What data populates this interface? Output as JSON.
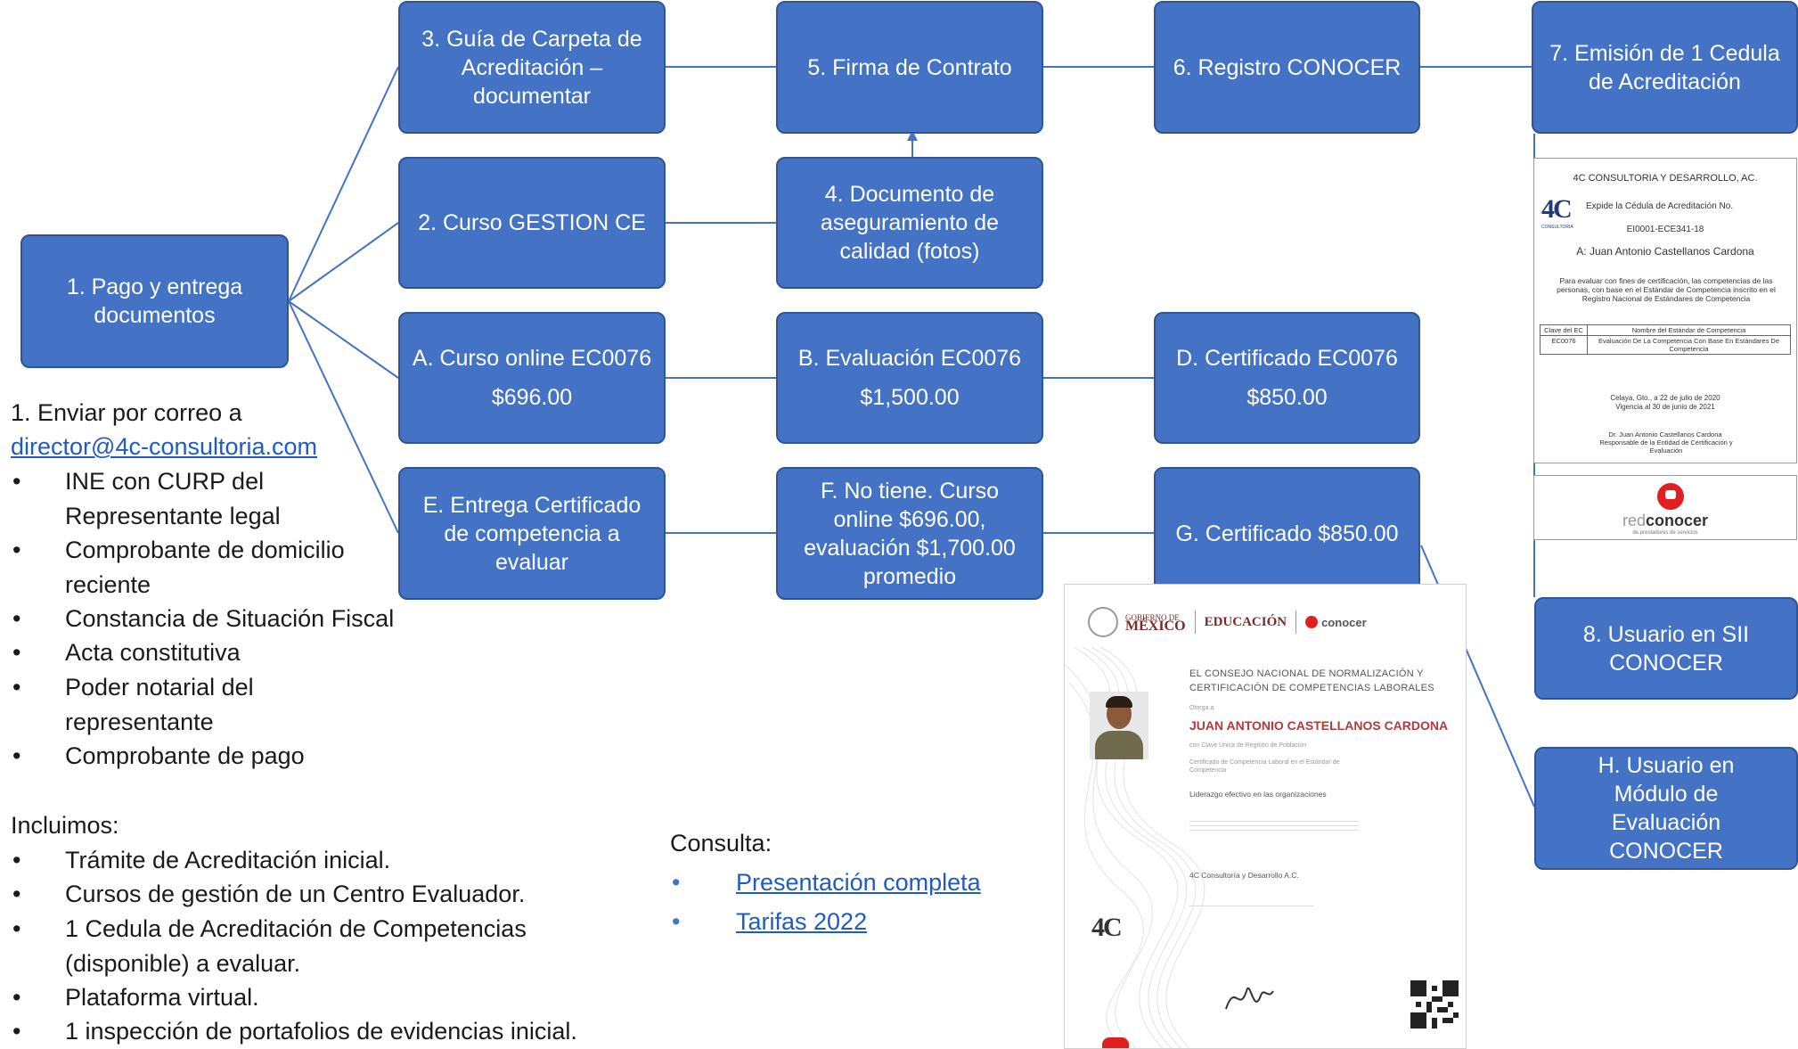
{
  "flow": {
    "box1": "1. Pago y entrega\ndocumentos",
    "box2": "2. Curso GESTION CE",
    "box3": "3. Guía de Carpeta de\nAcreditación –\ndocumentar",
    "box4": "4. Documento de\naseguramiento de\ncalidad (fotos)",
    "box5": "5. Firma de Contrato",
    "box6": "6. Registro CONOCER",
    "box7": "7. Emisión de 1 Cedula\nde Acreditación",
    "box8": "8. Usuario en SII\nCONOCER",
    "boxA": {
      "title": "A. Curso online EC0076",
      "price": "$696.00"
    },
    "boxB": {
      "title": "B. Evaluación EC0076",
      "price": "$1,500.00"
    },
    "boxD": {
      "title": "D. Certificado EC0076",
      "price": "$850.00"
    },
    "boxE": "E. Entrega Certificado\nde competencia a\nevaluar",
    "boxF": "F. No tiene. Curso\nonline $696.00,\nevaluación $1,700.00\npromedio",
    "boxG": "G. Certificado $850.00",
    "boxH": "H. Usuario en\nMódulo de\nEvaluación\nCONOCER"
  },
  "left": {
    "intro": "1. Enviar por correo a",
    "email": "director@4c-consultoria.com",
    "items": [
      "INE con CURP del\nRepresentante legal",
      "Comprobante de domicilio\nreciente",
      "Constancia de Situación Fiscal",
      "Acta constitutiva",
      "Poder notarial del\nrepresentante",
      "Comprobante de pago"
    ],
    "bullet": "•",
    "incluimos_title": "Incluimos:",
    "incluimos": [
      "Trámite de Acreditación inicial.",
      "Cursos de gestión de un Centro Evaluador.",
      "1 Cedula de Acreditación de Competencias\n(disponible) a evaluar.",
      "Plataforma virtual.",
      "1 inspección de portafolios de evidencias inicial."
    ]
  },
  "consulta": {
    "title": "Consulta:",
    "links": [
      "Presentación completa",
      "Tarifas 2022"
    ]
  },
  "cedula": {
    "org": "4C CONSULTORIA Y DESARROLLO, AC.",
    "logo": "4C",
    "logo_sub": "CONSULTORIA",
    "expide": "Expide la Cédula de Acreditación No.",
    "number": "EI0001-ECE341-18",
    "to": "A: Juan Antonio Castellanos Cardona",
    "purpose": "Para evaluar con fines de certificación, las competencias de las personas, con base en el Estándar de Competencia inscrito en el Registro Nacional de Estándares de Competencia",
    "col1": "Clave del EC",
    "col2": "Nombre del Estándar de Competencia",
    "code": "EC0076",
    "std": "Evaluación De La Competencia Con Base En Estándares De Competencia",
    "place": "Celaya, Gto., a 22 de julio de 2020",
    "vigencia": "Vigencia al 30 de junio de 2021",
    "signer": "Dr. Juan Antonio Castellanos Cardona",
    "signer_role": "Responsable de la Entidad de Certificación y Evaluación"
  },
  "red": {
    "a": "red",
    "b": "conocer",
    "sub": "de prestadores de servicios"
  },
  "cert": {
    "gob_small": "GOBIERNO DE",
    "gob_big": "MÉXICO",
    "edu": "EDUCACIÓN",
    "conocer": "conocer",
    "consejo": "EL CONSEJO NACIONAL DE NORMALIZACIÓN Y CERTIFICACIÓN DE COMPETENCIAS LABORALES",
    "otorga": "Otorga a",
    "name": "JUAN ANTONIO CASTELLANOS CARDONA",
    "f1": "con Clave Única de Registro de Población",
    "f2": "Certificado de Competencia Laboral en el Estándar de Competencia",
    "std": "Liderazgo efectivo en las organizaciones",
    "f3": "4C Consultoría y Desarrollo A.C.",
    "logo": "4C"
  },
  "colors": {
    "box": "#4472C4",
    "border": "#2F5597",
    "line": "#4472C4",
    "link": "#1F5BC4"
  }
}
